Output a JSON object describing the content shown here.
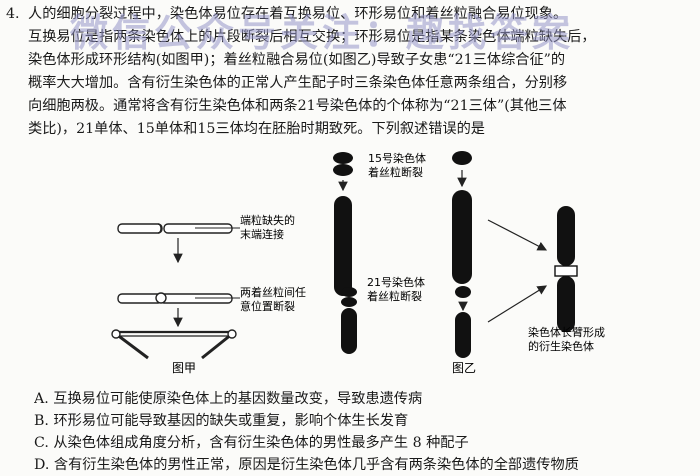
{
  "question": {
    "number": "4.",
    "lines": [
      "人的细胞分裂过程中，染色体易位存在着互换易位、环形易位和着丝粒融合易位现象。",
      "互换易位是指两条染色体上的片段断裂后相互交换；环形易位是指某条染色体端粒缺失后，",
      "染色体形成环形结构(如图甲)；着丝粒融合易位(如图乙)导致子女患“21三体综合征”的",
      "概率大大增加。含有衍生染色体的正常人产生配子时三条染色体任意两条组合，分别移",
      "向细胞两极。通常将含有衍生染色体和两条21号染色体的个体称为“21三体”(其他三体",
      "类比)，21单体、15单体和15三体均在胚胎时期致死。下列叙述错误的是"
    ]
  },
  "watermark": "微信公众号关注：趣找答案",
  "figure": {
    "jia": {
      "label_telomere": [
        "端粒缺失的",
        "末端连接"
      ],
      "label_break": [
        "两着丝粒间任",
        "意位置断裂"
      ],
      "caption": "图甲"
    },
    "yi": {
      "label_15": [
        "15号染色体",
        "着丝粒断裂"
      ],
      "label_21": [
        "21号染色体",
        "着丝粒断裂"
      ],
      "label_derived": [
        "染色体长臂形成",
        "的衍生染色体"
      ],
      "caption": "图乙"
    }
  },
  "options": [
    "A. 互换易位可能使原染色体上的基因数量改变，导致患遗传病",
    "B. 环形易位可能导致基因的缺失或重复，影响个体生长发育",
    "C. 从染色体组成角度分析，含有衍生染色体的男性最多产生 8 种配子",
    "D. 含有衍生染色体的男性正常，原因是衍生染色体几乎含有两条染色体的全部遗传物质"
  ]
}
